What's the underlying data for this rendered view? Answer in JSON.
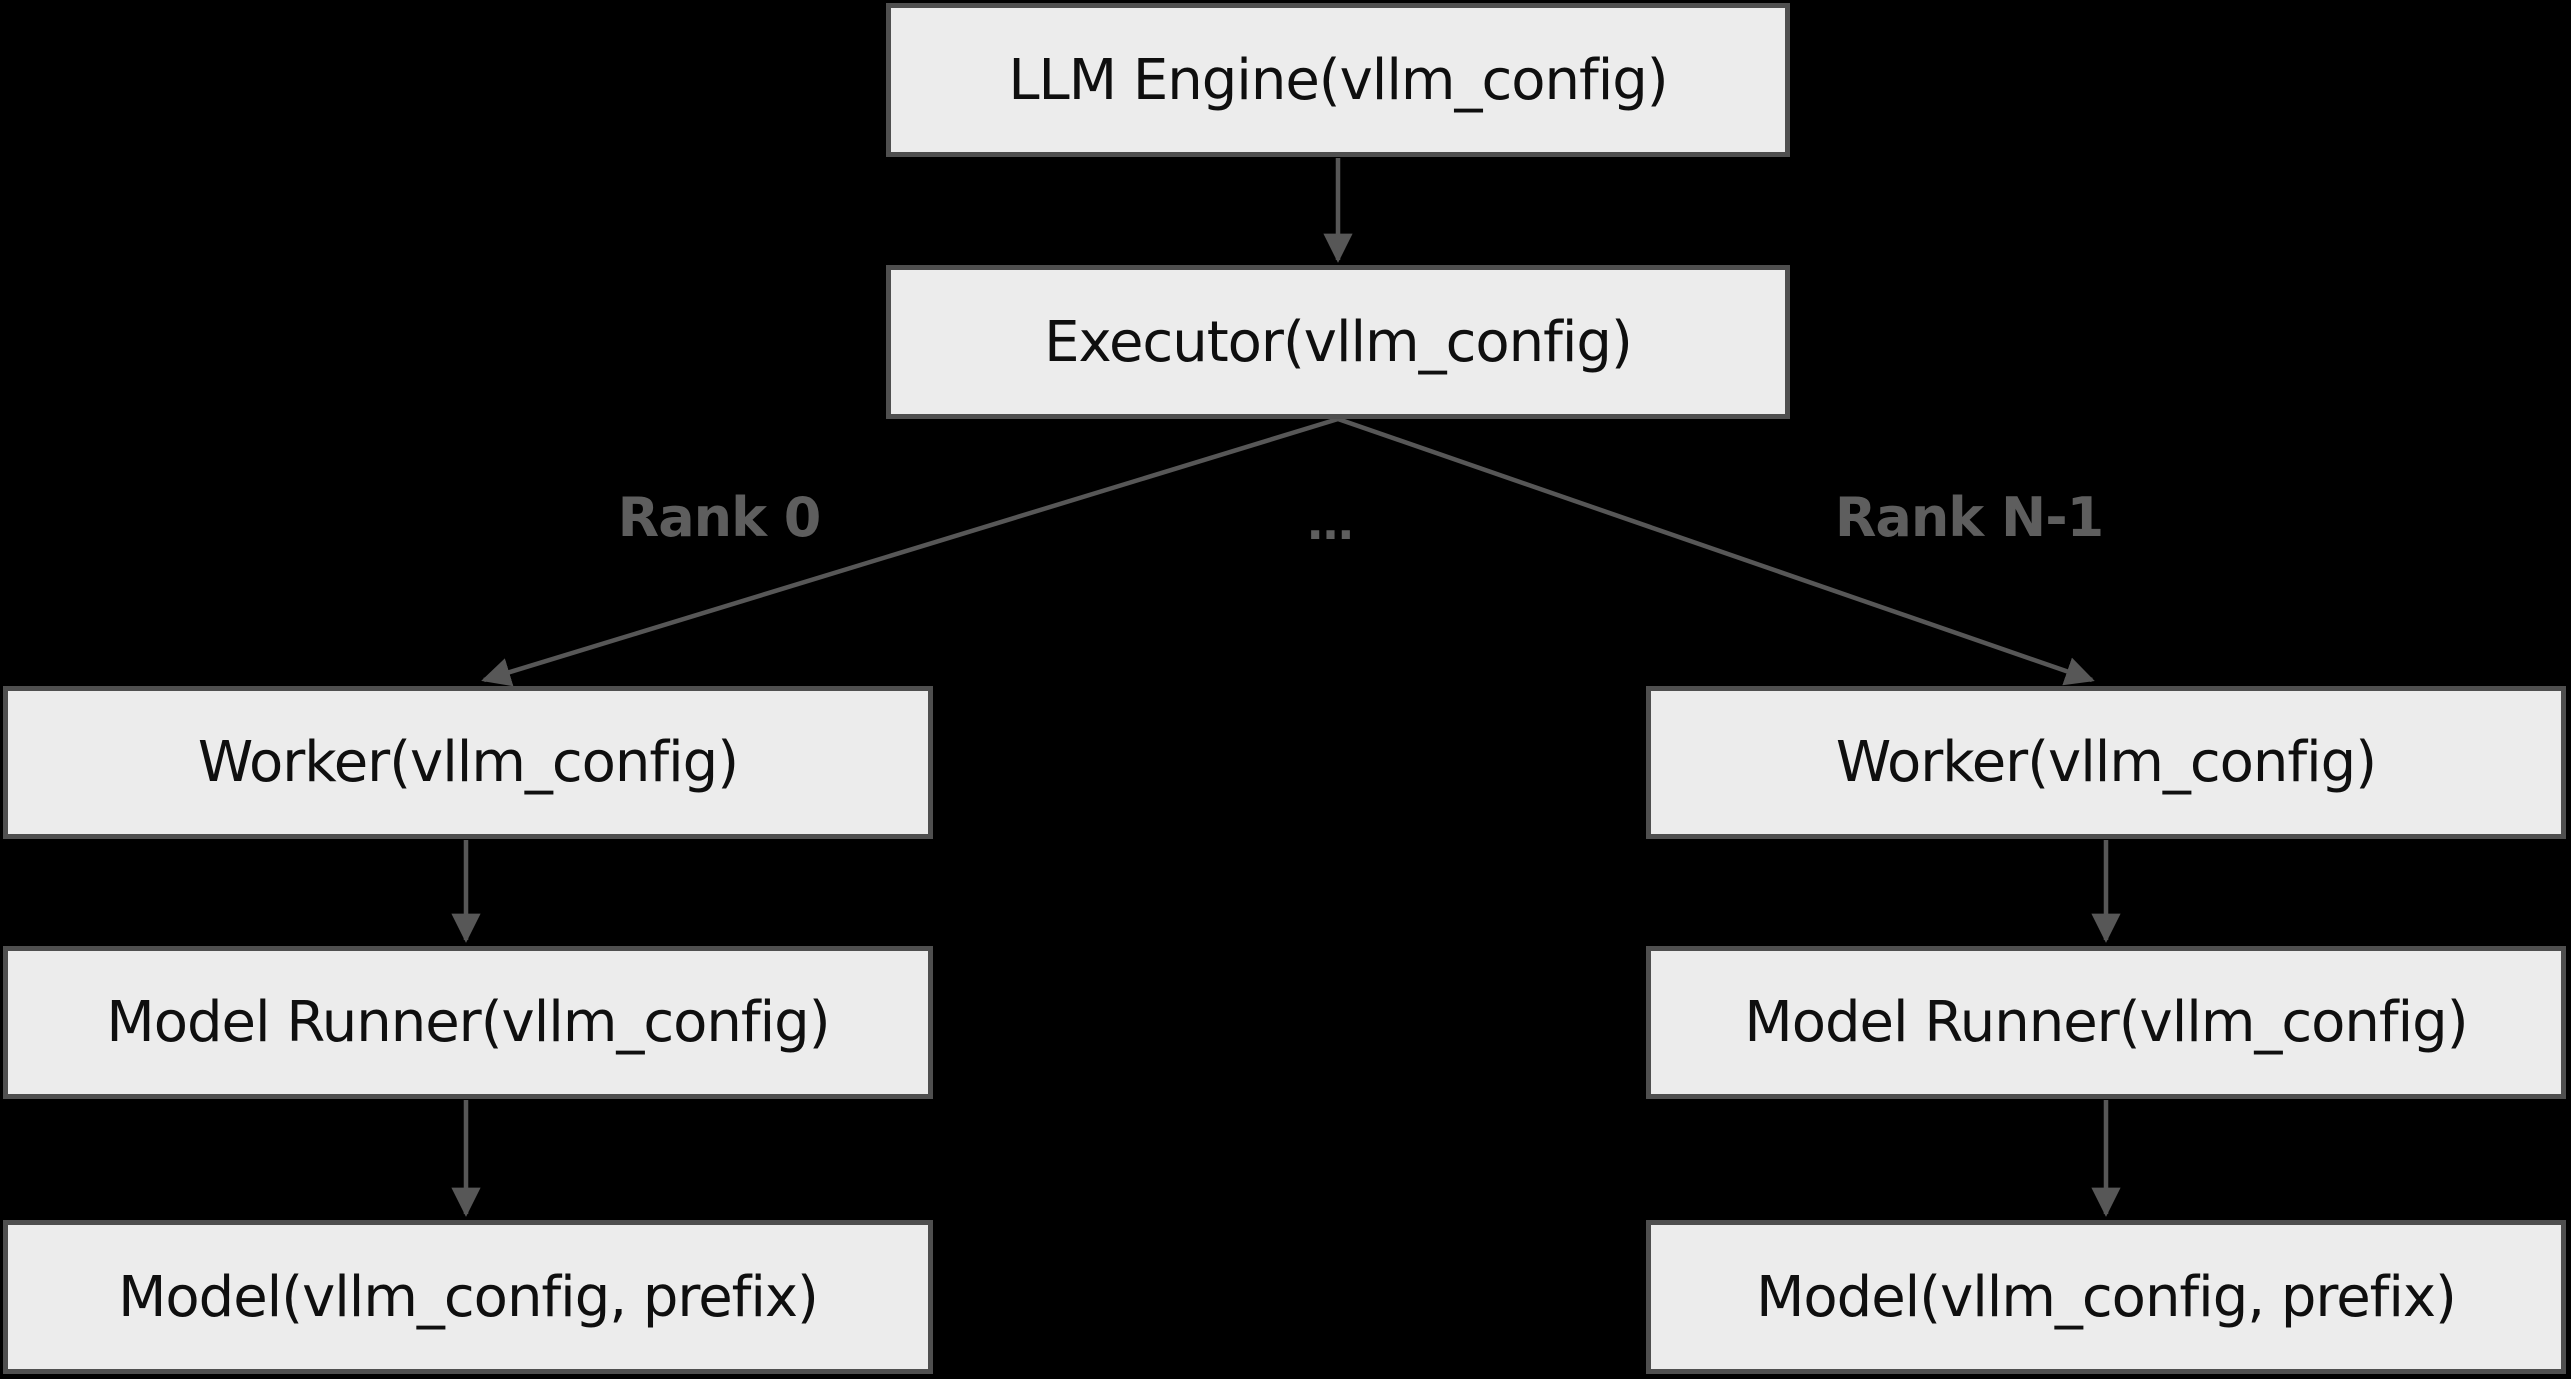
{
  "diagram": {
    "title": "vLLM engine architecture flowchart",
    "colors": {
      "background": "#000000",
      "node_fill": "#ececec",
      "node_border": "#4f4f4f",
      "node_text": "#0f0f0f",
      "edge": "#575757",
      "edge_label": "#5e5e5e"
    },
    "nodes": {
      "llm_engine": {
        "label": "LLM Engine(vllm_config)"
      },
      "executor": {
        "label": "Executor(vllm_config)"
      },
      "worker_rank0": {
        "label": "Worker(vllm_config)"
      },
      "model_runner_rank0": {
        "label": "Model Runner(vllm_config)"
      },
      "model_rank0": {
        "label": "Model(vllm_config, prefix)"
      },
      "worker_rankn1": {
        "label": "Worker(vllm_config)"
      },
      "model_runner_rankn1": {
        "label": "Model Runner(vllm_config)"
      },
      "model_rankn1": {
        "label": "Model(vllm_config, prefix)"
      }
    },
    "edge_labels": {
      "rank_0": "Rank 0",
      "ellipsis": "…",
      "rank_n_1": "Rank N-1"
    },
    "edges": [
      {
        "from": "llm_engine",
        "to": "executor"
      },
      {
        "from": "executor",
        "to": "worker_rank0",
        "label": "Rank 0"
      },
      {
        "from": "executor",
        "to": "worker_rankn1",
        "label": "Rank N-1"
      },
      {
        "from": "worker_rank0",
        "to": "model_runner_rank0"
      },
      {
        "from": "model_runner_rank0",
        "to": "model_rank0"
      },
      {
        "from": "worker_rankn1",
        "to": "model_runner_rankn1"
      },
      {
        "from": "model_runner_rankn1",
        "to": "model_rankn1"
      }
    ]
  }
}
